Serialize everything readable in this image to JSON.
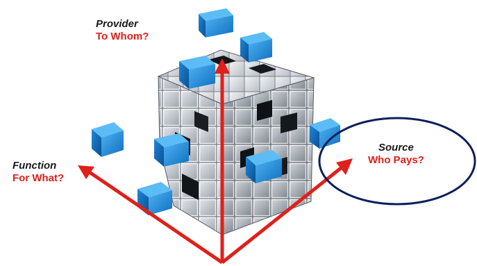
{
  "labels": {
    "provider": {
      "name": "Provider",
      "question": "To Whom?"
    },
    "function": {
      "name": "Function",
      "question": "For What?"
    },
    "source": {
      "name": "Source",
      "question": "Who Pays?"
    }
  },
  "colors": {
    "arrow": "#e0201a",
    "highlight_ellipse": "#0d1f5c",
    "cube_blue": "#1f8fe0",
    "cube_silver": "#c9ced4",
    "question_text": "#e0201a",
    "name_text": "#1a1a1a"
  }
}
